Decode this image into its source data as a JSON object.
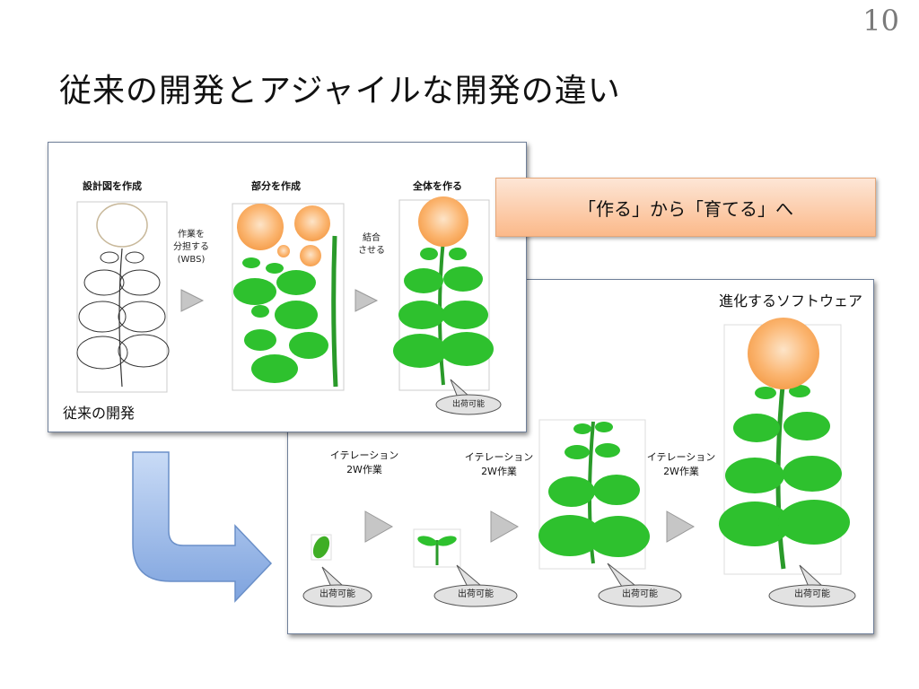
{
  "page_number": "10",
  "title": "従来の開発とアジャイルな開発の違い",
  "banner": "「作る」から「育てる」へ",
  "traditional": {
    "caption": "従来の開発",
    "steps": [
      "設計図を作成",
      "部分を作成",
      "全体を作る"
    ],
    "arrow1_label_lines": [
      "作業を",
      "分担する",
      "(WBS)"
    ],
    "arrow2_label_lines": [
      "結合",
      "させる"
    ],
    "ship_label": "出荷可能"
  },
  "agile": {
    "caption": "進化するソフトウェア",
    "iterations": [
      {
        "line1": "イテレーション",
        "line2": "2W作業"
      },
      {
        "line1": "イテレーション",
        "line2": "2W作業"
      },
      {
        "line1": "イテレーション",
        "line2": "2W作業"
      }
    ],
    "ship_labels": [
      "出荷可能",
      "出荷可能",
      "出荷可能",
      "出荷可能"
    ]
  },
  "colors": {
    "leaf": "#2ec12e",
    "stem": "#2a9a2a",
    "flower": "#fbb26a",
    "arrow_blue": "#9bbbe8",
    "panel_border": "#6f7f99"
  }
}
